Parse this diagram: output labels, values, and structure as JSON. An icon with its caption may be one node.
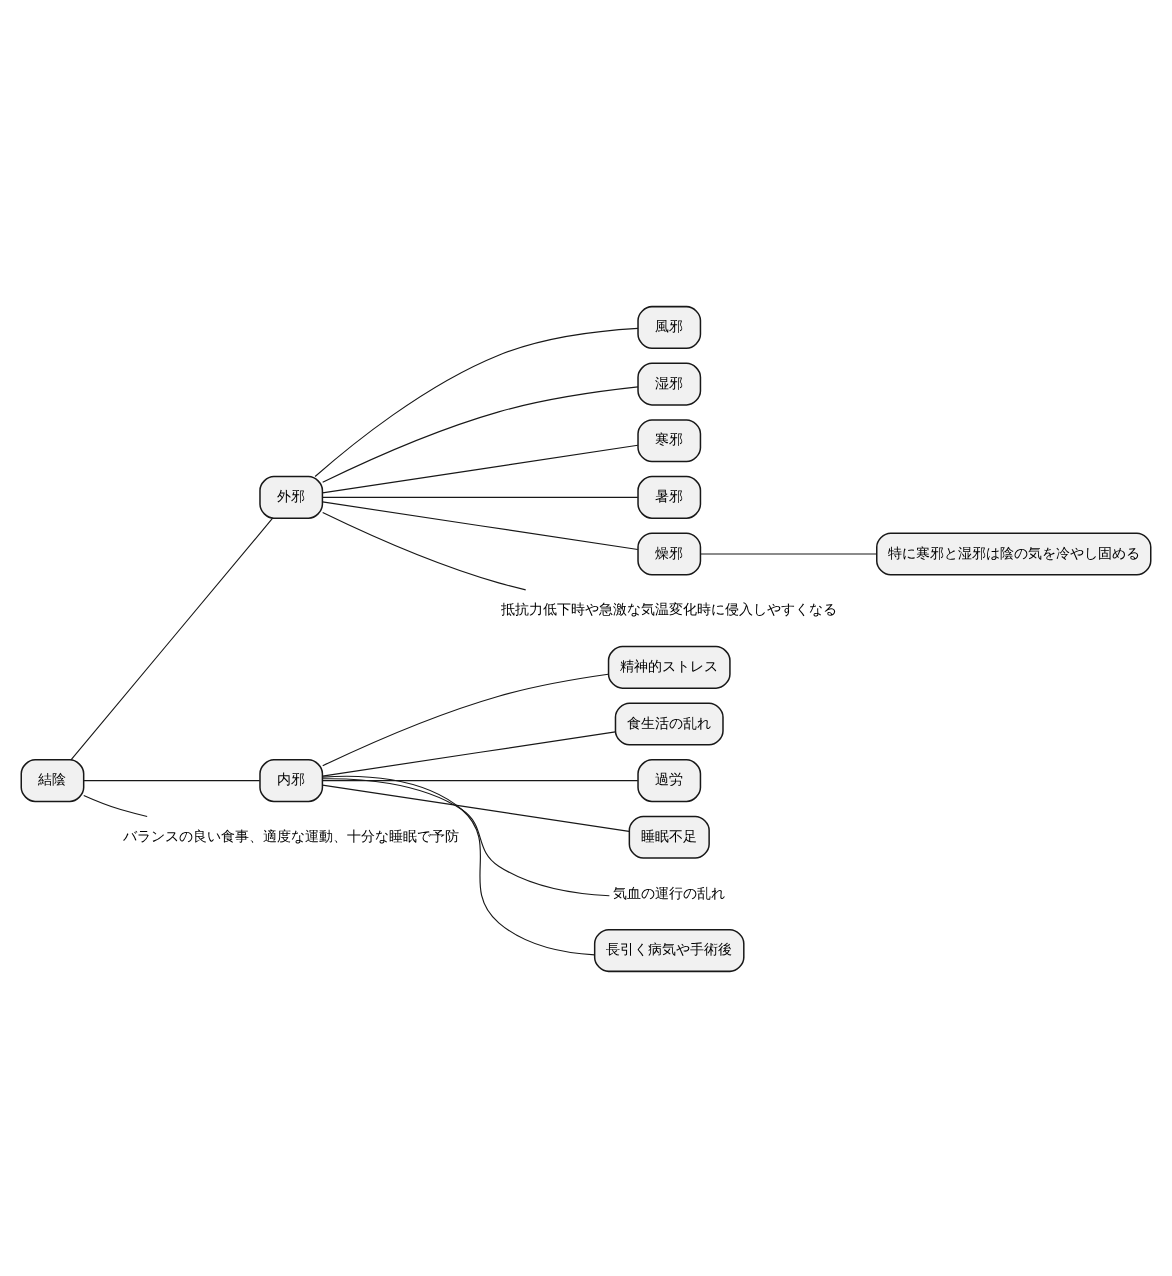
{
  "diagram": {
    "nodes": [
      {
        "text": [
          "結陰"
        ]
      },
      {
        "text": [
          "外邪"
        ]
      },
      {
        "text": [
          "風邪"
        ]
      },
      {
        "text": [
          "湿邪"
        ]
      },
      {
        "text": [
          "寒邪"
        ]
      },
      {
        "text": [
          "暑邪"
        ]
      },
      {
        "text": [
          "燥邪"
        ]
      },
      {
        "text": [
          "特に寒邪と湿邪は陰の気を冷やし固める"
        ]
      },
      {
        "text": [
          "抵抗力低下時や急激な気温変化時に侵入しやすくなる"
        ]
      },
      {
        "text": [
          "内邪"
        ]
      },
      {
        "text": [
          "精神的ストレス"
        ]
      },
      {
        "text": [
          "食生活の乱れ"
        ]
      },
      {
        "text": [
          "過労"
        ]
      },
      {
        "text": [
          "睡眠不足"
        ]
      },
      {
        "text": [
          "気血の運行の乱れ"
        ]
      },
      {
        "text": [
          "長引く病気や手術後"
        ]
      },
      {
        "text": [
          "バランスの良い食事、適度な運動、十分な睡眠で予防"
        ]
      }
    ],
    "edges": [
      {
        "from": 0,
        "to": 1,
        "arrow": "none"
      },
      {
        "from": 1,
        "to": 2,
        "arrow": "none"
      },
      {
        "from": 1,
        "to": 3,
        "arrow": "none"
      },
      {
        "from": 1,
        "to": 4,
        "arrow": "none"
      },
      {
        "from": 1,
        "to": 5,
        "arrow": "none"
      },
      {
        "from": 1,
        "to": 6,
        "arrow": "none"
      },
      {
        "from": 6,
        "to": 7,
        "arrow": "none"
      },
      {
        "from": 1,
        "to": 8,
        "arrow": "none"
      },
      {
        "from": 0,
        "to": 9,
        "arrow": "none"
      },
      {
        "from": 9,
        "to": 10,
        "arrow": "none"
      },
      {
        "from": 9,
        "to": 11,
        "arrow": "none"
      },
      {
        "from": 9,
        "to": 12,
        "arrow": "none"
      },
      {
        "from": 9,
        "to": 13,
        "arrow": "none"
      },
      {
        "from": 9,
        "to": 14,
        "arrow": "none"
      },
      {
        "from": 9,
        "to": 15,
        "arrow": "none"
      },
      {
        "from": 0,
        "to": 16,
        "arrow": "none"
      }
    ]
  }
}
